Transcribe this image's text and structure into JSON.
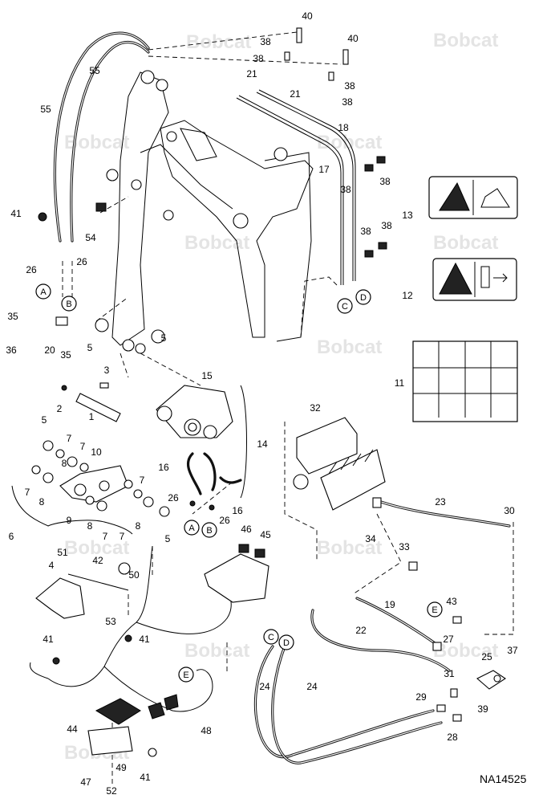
{
  "watermark": {
    "brand": "Bobcat"
  },
  "drawing_code": "NA14525",
  "callouts": [
    {
      "label": "40"
    },
    {
      "label": "40"
    },
    {
      "label": "38"
    },
    {
      "label": "38"
    },
    {
      "label": "38"
    },
    {
      "label": "38"
    },
    {
      "label": "21"
    },
    {
      "label": "21"
    },
    {
      "label": "55"
    },
    {
      "label": "55"
    },
    {
      "label": "18"
    },
    {
      "label": "17"
    },
    {
      "label": "38"
    },
    {
      "label": "38"
    },
    {
      "label": "38"
    },
    {
      "label": "38"
    },
    {
      "label": "13"
    },
    {
      "label": "12"
    },
    {
      "label": "41"
    },
    {
      "label": "54"
    },
    {
      "label": "26"
    },
    {
      "label": "26"
    },
    {
      "label": "35"
    },
    {
      "label": "35"
    },
    {
      "label": "36"
    },
    {
      "label": "20"
    },
    {
      "label": "5"
    },
    {
      "label": "5"
    },
    {
      "label": "3"
    },
    {
      "label": "15"
    },
    {
      "label": "2"
    },
    {
      "label": "1"
    },
    {
      "label": "11"
    },
    {
      "label": "32"
    },
    {
      "label": "5"
    },
    {
      "label": "7"
    },
    {
      "label": "8"
    },
    {
      "label": "7"
    },
    {
      "label": "10"
    },
    {
      "label": "14"
    },
    {
      "label": "16"
    },
    {
      "label": "16"
    },
    {
      "label": "7"
    },
    {
      "label": "8"
    },
    {
      "label": "9"
    },
    {
      "label": "8"
    },
    {
      "label": "7"
    },
    {
      "label": "7"
    },
    {
      "label": "8"
    },
    {
      "label": "7"
    },
    {
      "label": "5"
    },
    {
      "label": "26"
    },
    {
      "label": "26"
    },
    {
      "label": "6"
    },
    {
      "label": "23"
    },
    {
      "label": "30"
    },
    {
      "label": "34"
    },
    {
      "label": "46"
    },
    {
      "label": "45"
    },
    {
      "label": "33"
    },
    {
      "label": "51"
    },
    {
      "label": "4"
    },
    {
      "label": "42"
    },
    {
      "label": "50"
    },
    {
      "label": "53"
    },
    {
      "label": "43"
    },
    {
      "label": "19"
    },
    {
      "label": "22"
    },
    {
      "label": "27"
    },
    {
      "label": "41"
    },
    {
      "label": "41"
    },
    {
      "label": "25"
    },
    {
      "label": "37"
    },
    {
      "label": "31"
    },
    {
      "label": "24"
    },
    {
      "label": "24"
    },
    {
      "label": "29"
    },
    {
      "label": "39"
    },
    {
      "label": "44"
    },
    {
      "label": "48"
    },
    {
      "label": "28"
    },
    {
      "label": "49"
    },
    {
      "label": "47"
    },
    {
      "label": "41"
    },
    {
      "label": "52"
    }
  ],
  "connectors": [
    {
      "label": "A"
    },
    {
      "label": "B"
    },
    {
      "label": "A"
    },
    {
      "label": "B"
    },
    {
      "label": "C"
    },
    {
      "label": "D"
    },
    {
      "label": "C"
    },
    {
      "label": "D"
    },
    {
      "label": "E"
    },
    {
      "label": "E"
    }
  ]
}
